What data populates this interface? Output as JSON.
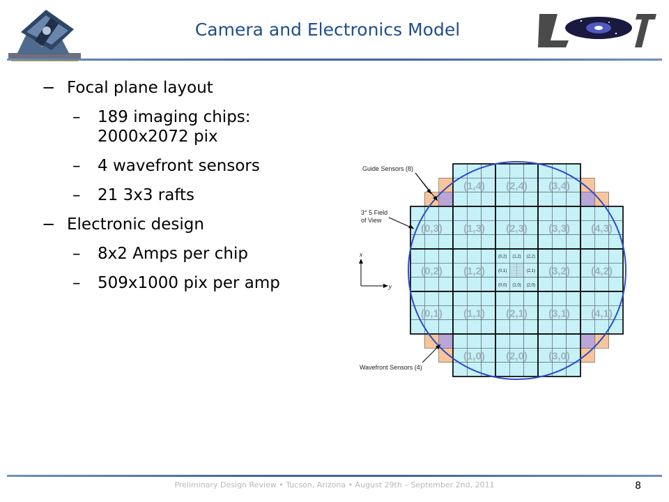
{
  "slide": {
    "title": "Camera and Electronics Model",
    "page_number": "8",
    "footer_text": "Preliminary Design Review • Tucson, Arizona • August 29th – September 2nd, 2011"
  },
  "bullets": [
    {
      "level": 1,
      "marker": "−",
      "text": "Focal plane layout"
    },
    {
      "level": 2,
      "marker": "–",
      "lines": [
        "189 imaging chips:",
        "2000x2072 pix"
      ]
    },
    {
      "level": 2,
      "marker": "–",
      "text": "4 wavefront sensors"
    },
    {
      "level": 2,
      "marker": "–",
      "text": "21 3x3 rafts"
    },
    {
      "level": 1,
      "marker": "−",
      "text": "Electronic design"
    },
    {
      "level": 2,
      "marker": "–",
      "text": "8x2 Amps per chip"
    },
    {
      "level": 2,
      "marker": "–",
      "text": "509x1000 pix per amp"
    }
  ],
  "figure": {
    "labels": {
      "guide": "Guide Sensors (8)",
      "fov_line1": "3° 5 Field",
      "fov_line2": "of View",
      "wavefront": "Wavefront Sensors (4)",
      "axis_x": "x",
      "axis_y": "y"
    },
    "rafts": [
      {
        "label": "(1,4)",
        "col": 1,
        "row": 0
      },
      {
        "label": "(2,4)",
        "col": 2,
        "row": 0
      },
      {
        "label": "(3,4)",
        "col": 3,
        "row": 0
      },
      {
        "label": "(0,3)",
        "col": 0,
        "row": 1
      },
      {
        "label": "(1,3)",
        "col": 1,
        "row": 1
      },
      {
        "label": "(2,3)",
        "col": 2,
        "row": 1
      },
      {
        "label": "(3,3)",
        "col": 3,
        "row": 1
      },
      {
        "label": "(4,3)",
        "col": 4,
        "row": 1
      },
      {
        "label": "(0,2)",
        "col": 0,
        "row": 2
      },
      {
        "label": "(1,2)",
        "col": 1,
        "row": 2
      },
      {
        "label": "(3,2)",
        "col": 3,
        "row": 2
      },
      {
        "label": "(4,2)",
        "col": 4,
        "row": 2
      },
      {
        "label": "(0,1)",
        "col": 0,
        "row": 3
      },
      {
        "label": "(1,1)",
        "col": 1,
        "row": 3
      },
      {
        "label": "(2,1)",
        "col": 2,
        "row": 3
      },
      {
        "label": "(3,1)",
        "col": 3,
        "row": 3
      },
      {
        "label": "(4,1)",
        "col": 4,
        "row": 3
      },
      {
        "label": "(1,0)",
        "col": 1,
        "row": 4
      },
      {
        "label": "(2,0)",
        "col": 2,
        "row": 4
      },
      {
        "label": "(3,0)",
        "col": 3,
        "row": 4
      }
    ],
    "center_ccds": [
      {
        "label": "(0,2)",
        "col": 0,
        "row": 0
      },
      {
        "label": "(1,2)",
        "col": 1,
        "row": 0
      },
      {
        "label": "(2,2)",
        "col": 2,
        "row": 0
      },
      {
        "label": "(0,1)",
        "col": 0,
        "row": 1
      },
      {
        "label": "(2,1)",
        "col": 2,
        "row": 1
      },
      {
        "label": "(0,0)",
        "col": 0,
        "row": 2
      },
      {
        "label": "(1,0)",
        "col": 1,
        "row": 2
      },
      {
        "label": "(2,0)",
        "col": 2,
        "row": 2
      }
    ],
    "colors": {
      "raft_fill": "#c5f1f7",
      "guide_fill": "#f7c59a",
      "wavefront_fill": "#b9a6d9",
      "circle": "#2a4cc8",
      "raft_label": "#9fb3bd"
    }
  }
}
